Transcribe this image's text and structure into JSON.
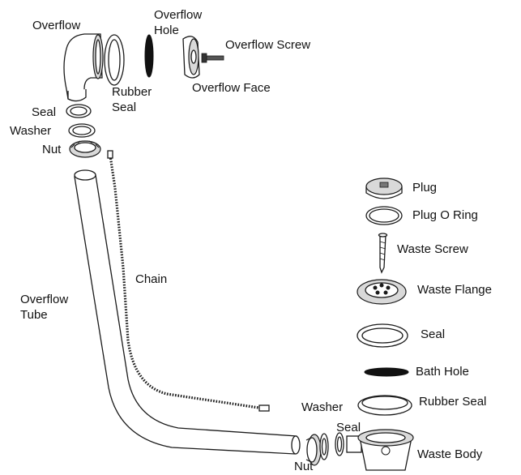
{
  "labels": {
    "overflow": "Overflow",
    "overflow_hole": "Overflow\nHole",
    "overflow_screw": "Overflow Screw",
    "rubber_seal_top": "Rubber\nSeal",
    "overflow_face": "Overflow Face",
    "seal_top": "Seal",
    "washer_top": "Washer",
    "nut_top": "Nut",
    "chain": "Chain",
    "overflow_tube": "Overflow\nTube",
    "plug": "Plug",
    "plug_o_ring": "Plug O Ring",
    "waste_screw": "Waste Screw",
    "waste_flange": "Waste Flange",
    "seal_mid": "Seal",
    "bath_hole": "Bath Hole",
    "rubber_seal_bottom": "Rubber Seal",
    "washer_bottom": "Washer",
    "seal_bottom": "Seal",
    "waste_body": "Waste Body",
    "nut_bottom": "Nut"
  }
}
